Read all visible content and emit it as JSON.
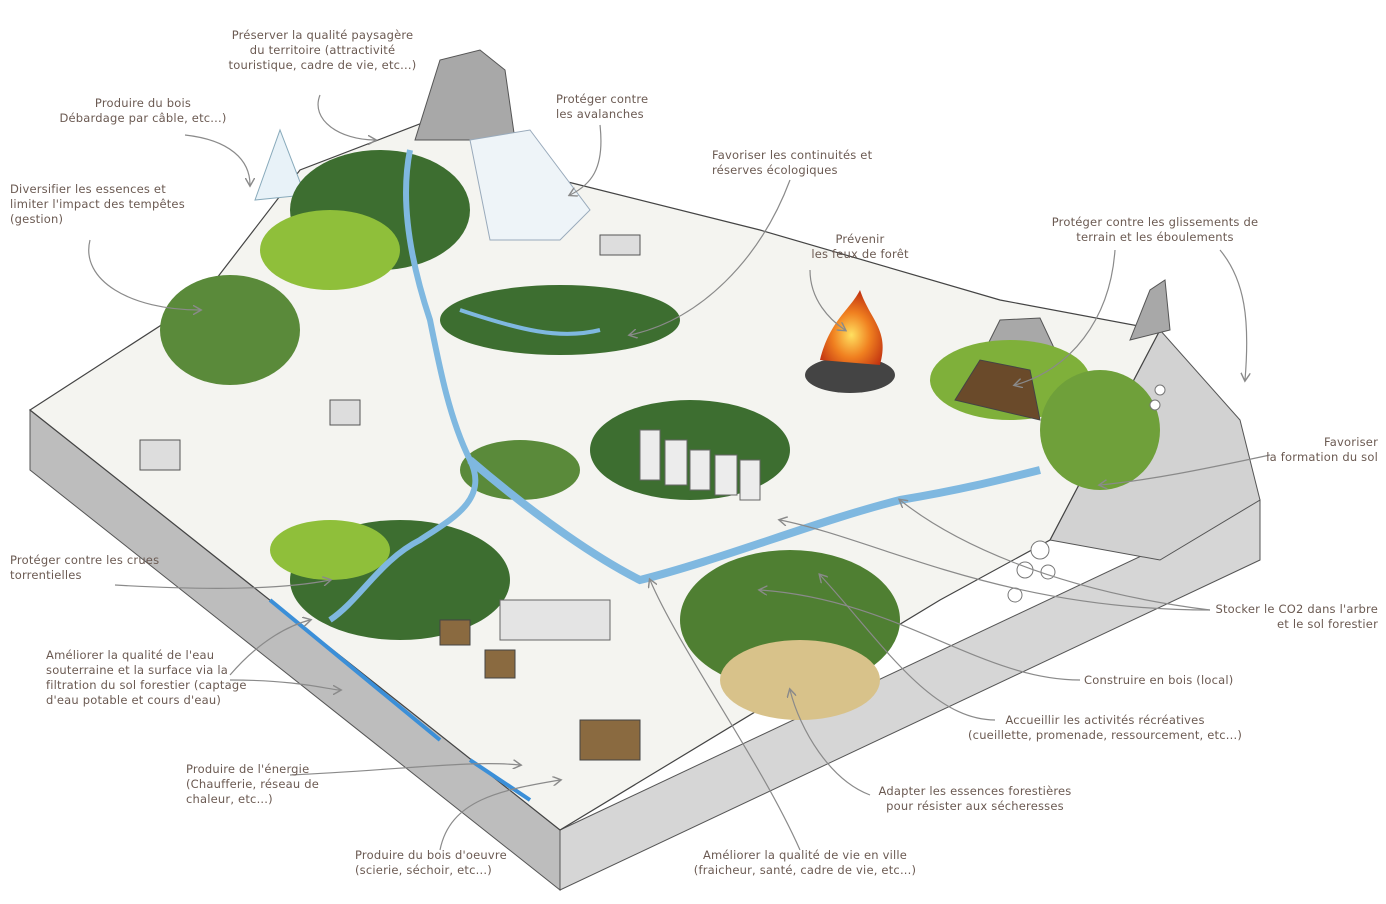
{
  "annotations": [
    {
      "id": "paysage",
      "text": "Préserver la qualité paysagère\ndu territoire (attractivité\ntouristique, cadre de vie, etc...)"
    },
    {
      "id": "bois-cable",
      "text": "Produire du bois\nDébardage par câble, etc...)"
    },
    {
      "id": "avalanches",
      "text": "Protéger contre\nles avalanches"
    },
    {
      "id": "continuites",
      "text": "Favoriser les continuités et\nréserves écologiques"
    },
    {
      "id": "essences-tempetes",
      "text": "Diversifier les essences et\nlimiter l'impact des tempêtes\n(gestion)"
    },
    {
      "id": "feux",
      "text": "Prévenir\nles feux de forêt"
    },
    {
      "id": "glissements",
      "text": "Protéger contre les glissements de\nterrain et les éboulements"
    },
    {
      "id": "formation-sol",
      "text": "Favoriser\nla formation du sol"
    },
    {
      "id": "crues",
      "text": "Protéger contre les crues\ntorrentielles"
    },
    {
      "id": "co2",
      "text": "Stocker le CO2 dans l'arbre\net le sol forestier"
    },
    {
      "id": "eau",
      "text": "Améliorer la qualité de l'eau\nsouterraine et la surface via la\nfiltration du sol forestier (captage\nd'eau potable et cours d'eau)"
    },
    {
      "id": "construire-bois",
      "text": "Construire en bois (local)"
    },
    {
      "id": "recreatives",
      "text": "Accueillir les activités récréatives\n(cueillette, promenade, ressourcement, etc...)"
    },
    {
      "id": "energie",
      "text": "Produire de l'énergie\n(Chaufferie, réseau de\nchaleur, etc...)"
    },
    {
      "id": "secheresses",
      "text": "Adapter les essences forestières\npour résister aux sécheresses"
    },
    {
      "id": "bois-oeuvre",
      "text": "Produire du bois d'oeuvre\n(scierie, séchoir, etc...)"
    },
    {
      "id": "qualite-vie",
      "text": "Améliorer la qualité de vie en ville\n(fraicheur, santé, cadre de vie, etc...)"
    }
  ],
  "colors": {
    "label_text": "#6b5a52",
    "arrow": "#8a8a8a",
    "forest_dark": "#2f5a2a",
    "forest_light": "#8fbf3a",
    "water": "#7fb8e0",
    "block_side": "#c9c9c9",
    "fire": "#f08020"
  }
}
